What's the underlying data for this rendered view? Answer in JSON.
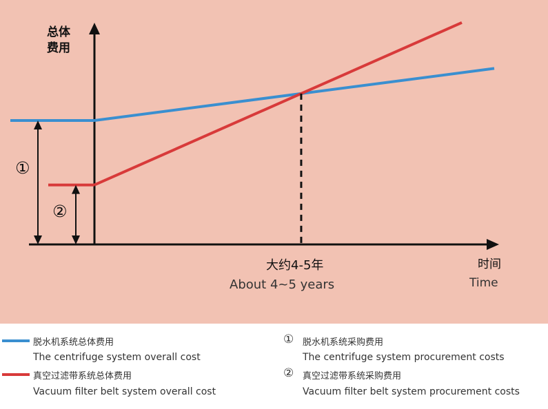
{
  "chart_data": {
    "type": "line",
    "background": "#f2c2b3",
    "y_label_line1": "总体",
    "y_label_line2": "费用",
    "x_label_zh": "时间",
    "x_label_en": "Time",
    "breakeven_label_zh": "大约4-5年",
    "breakeven_label_en": "About 4~5 years",
    "marker_1": "①",
    "marker_2": "②",
    "series": [
      {
        "name": "centrifuge",
        "color": "#3a8fd0",
        "initial": 1.0,
        "end": 1.42
      },
      {
        "name": "vacuum",
        "color": "#d83a3a",
        "initial": 0.48,
        "end": 1.79
      }
    ],
    "breakeven_fraction": 0.5
  },
  "legend": {
    "items": [
      {
        "zh": "脱水机系统总体费用",
        "en": "The centrifuge system overall cost",
        "color": "#3a8fd0"
      },
      {
        "zh": "真空过滤带系统总体费用",
        "en": "Vacuum filter belt system overall cost",
        "color": "#d83a3a"
      }
    ],
    "notes": [
      {
        "num": "①",
        "zh": "脱水机系统采购费用",
        "en": "The centrifuge system procurement costs"
      },
      {
        "num": "②",
        "zh": "真空过滤带系统采购费用",
        "en": "Vacuum filter belt system procurement costs"
      }
    ]
  }
}
